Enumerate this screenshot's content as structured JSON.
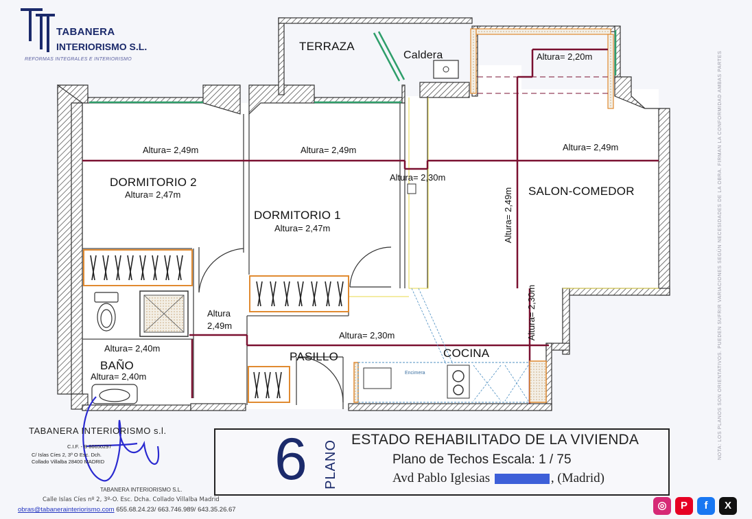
{
  "company": {
    "brand_line1": "TABANERA",
    "brand_line2": "INTERIORISMO S.L.",
    "tagline": "REFORMAS INTEGRALES E INTERIORISMO",
    "stamp_name": "TABANERA INTERIORISMO s.l.",
    "stamp_cif": "C.I.F. - B 86650297",
    "stamp_address": "C/ Islas Cíes 2, 3º O Esc. Dch.",
    "stamp_city": "Collado Villalba  28400 MADRID",
    "footer_stamp": "TABANERA INTERIORISMO S.L.",
    "footer_address": "Calle Islas Cíes nº 2, 3º-O. Esc. Dcha. Collado Villalba Madrid",
    "email": "obras@tabanerainteriorismo.com",
    "phones": "655.68.24.23/ 663.746.989/ 643.35.26.67"
  },
  "plan": {
    "rooms": {
      "terraza": "TERRAZA",
      "caldera": "Caldera",
      "dormitorio2": "DORMITORIO 2",
      "dormitorio1": "DORMITORIO 1",
      "salon": "SALON-COMEDOR",
      "pasillo": "PASILLO",
      "cocina": "COCINA",
      "bano": "BAÑO",
      "encimera": "Encimera"
    },
    "heights": {
      "terraza_right": "Altura= 2,20m",
      "dorm2_top": "Altura= 2,49m",
      "dorm1_top": "Altura= 2,49m",
      "salon_top": "Altura= 2,49m",
      "hall_top": "Altura= 2,30m",
      "dorm2": "Altura= 2,47m",
      "dorm1": "Altura= 2,47m",
      "salon_vertical": "Altura= 2,49m",
      "cocina_vertical": "Altura= 2,30m",
      "hall_left_1": "Altura",
      "hall_left_2": "2,49m",
      "pasillo": "Altura= 2,30m",
      "bano_top": "Altura= 2,40m",
      "bano": "Altura= 2,40m"
    }
  },
  "titleblock": {
    "number": "6",
    "plano": "PLANO",
    "title": "ESTADO REHABILITADO DE LA VIVIENDA",
    "subtitle": "Plano de Techos  Escala: 1 / 75",
    "address_prefix": "Avd Pablo Iglesias",
    "address_suffix": ", (Madrid)"
  },
  "side_note": "NOTA: LOS PLANOS SON ORIENTATIVOS.  PUEDEN SUFRIR VARIACIONES  SEGÚN NECESIDADES  DE LA OBRA.  FIRMAN  LA CONFORMIDAD  AMBAS PARTES",
  "social": [
    {
      "name": "instagram-icon",
      "glyph": "◎",
      "color": "#d62976"
    },
    {
      "name": "pinterest-icon",
      "glyph": "P",
      "color": "#e60023"
    },
    {
      "name": "facebook-icon",
      "glyph": "f",
      "color": "#1877f2"
    },
    {
      "name": "x-icon",
      "glyph": "X",
      "color": "#111111"
    }
  ],
  "colors": {
    "ceiling_line": "#7a1030",
    "wall": "#333333",
    "brand": "#1b2a6b",
    "cabinet_border": "#e08a30",
    "window": "#2e9e6a"
  }
}
